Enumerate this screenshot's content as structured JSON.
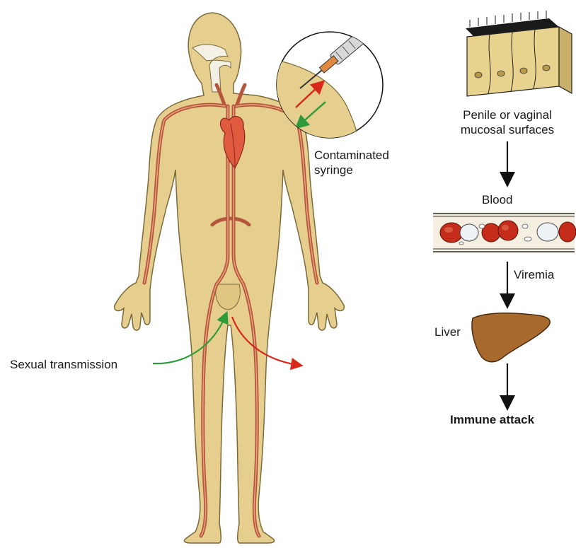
{
  "colors": {
    "skin": "#e6cf8e",
    "skin_outline": "#7a6a3a",
    "vessel": "#b5563c",
    "vessel_inner": "#e9a07a",
    "heart": "#e05a40",
    "green_arrow": "#2e9a3a",
    "red_arrow": "#d8281a",
    "rbc": "#c62c1a",
    "liver": "#a86a2c",
    "mucosa": "#e8d38e"
  },
  "labels": {
    "syringe": "Contaminated\nsyringe",
    "sexual": "Sexual transmission",
    "mucosa": "Penile or vaginal\nmucosal surfaces",
    "blood": "Blood",
    "viremia": "Viremia",
    "liver": "Liver",
    "immune": "Immune attack"
  }
}
